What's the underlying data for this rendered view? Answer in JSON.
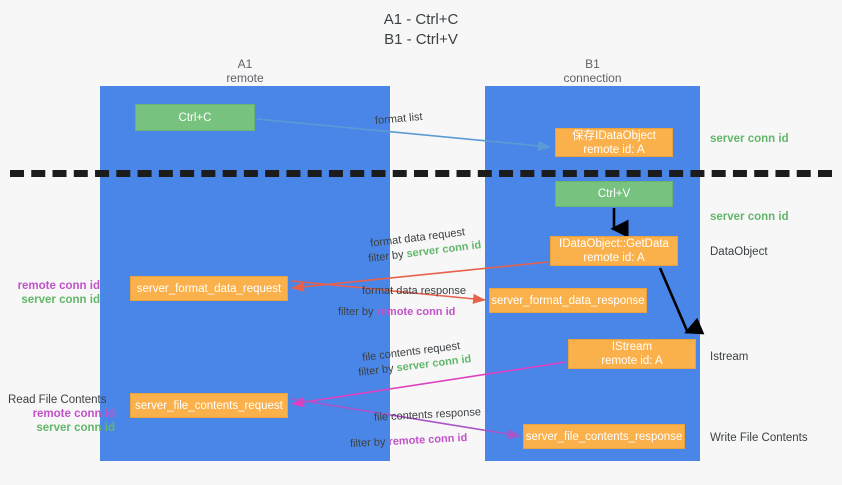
{
  "title": {
    "line1": "A1 - Ctrl+C",
    "line2": "B1 - Ctrl+V"
  },
  "lanes": [
    {
      "id": "a1",
      "title": "A1",
      "subtitle": "remote",
      "color": "#4a86e8"
    },
    {
      "id": "b1",
      "title": "B1",
      "subtitle": "connection",
      "color": "#4a86e8"
    }
  ],
  "colors": {
    "lane": "#4a86e8",
    "orange": "#fbb14b",
    "green_box": "#78c27f",
    "green_text": "#62b76a",
    "purple_text": "#c252c9",
    "dark_text": "#3c4043",
    "divider": "#1c1c1c",
    "arrow_blue": "#5b9bd5",
    "arrow_red": "#e8614d",
    "arrow_magenta": "#e040c0",
    "arrow_purple": "#a855c8",
    "arrow_black": "#000000",
    "background": "#f7f7f7"
  },
  "nodes": {
    "ctrl_c": {
      "label": "Ctrl+C",
      "style": "green"
    },
    "save_idataobject": {
      "line1": "保存IDataObject",
      "line2": "remote id: A",
      "style": "orange"
    },
    "ctrl_v": {
      "label": "Ctrl+V",
      "style": "green"
    },
    "getdata": {
      "line1": "IDataObject::GetData",
      "line2": "remote id: A",
      "style": "orange"
    },
    "server_format_data_request": {
      "label": "server_format_data_request",
      "style": "orange"
    },
    "server_format_data_response": {
      "label": "server_format_data_response",
      "style": "orange"
    },
    "istream": {
      "line1": "IStream",
      "line2": "remote id: A",
      "style": "orange"
    },
    "server_file_contents_request": {
      "label": "server_file_contents_request",
      "style": "orange"
    },
    "server_file_contents_response": {
      "label": "server_file_contents_response",
      "style": "orange"
    }
  },
  "edge_labels": {
    "format_list": "format list",
    "format_data_request": "format data request",
    "format_data_request_filter_prefix": "filter by ",
    "format_data_request_filter_value": "server conn id",
    "format_data_response": "format data response",
    "format_data_response_filter_prefix": "filter by ",
    "format_data_response_filter_value": "remote conn id",
    "file_contents_request": "file contents request",
    "file_contents_request_filter_prefix": "filter by ",
    "file_contents_request_filter_value": "server conn id",
    "file_contents_response": "file contents response",
    "file_contents_response_filter_prefix": "filter by ",
    "file_contents_response_filter_value": "remote conn id"
  },
  "annotations": {
    "right": {
      "server_conn_id_top": "server conn id",
      "server_conn_id_mid": "server conn id",
      "dataobject": "DataObject",
      "istream": "Istream",
      "write_file_contents": "Write File Contents"
    },
    "left": {
      "remote_conn_id_1": "remote conn id",
      "server_conn_id_1": "server conn id",
      "read_file_contents": "Read File Contents",
      "remote_conn_id_2": "remote conn id",
      "server_conn_id_2": "server conn id"
    }
  }
}
